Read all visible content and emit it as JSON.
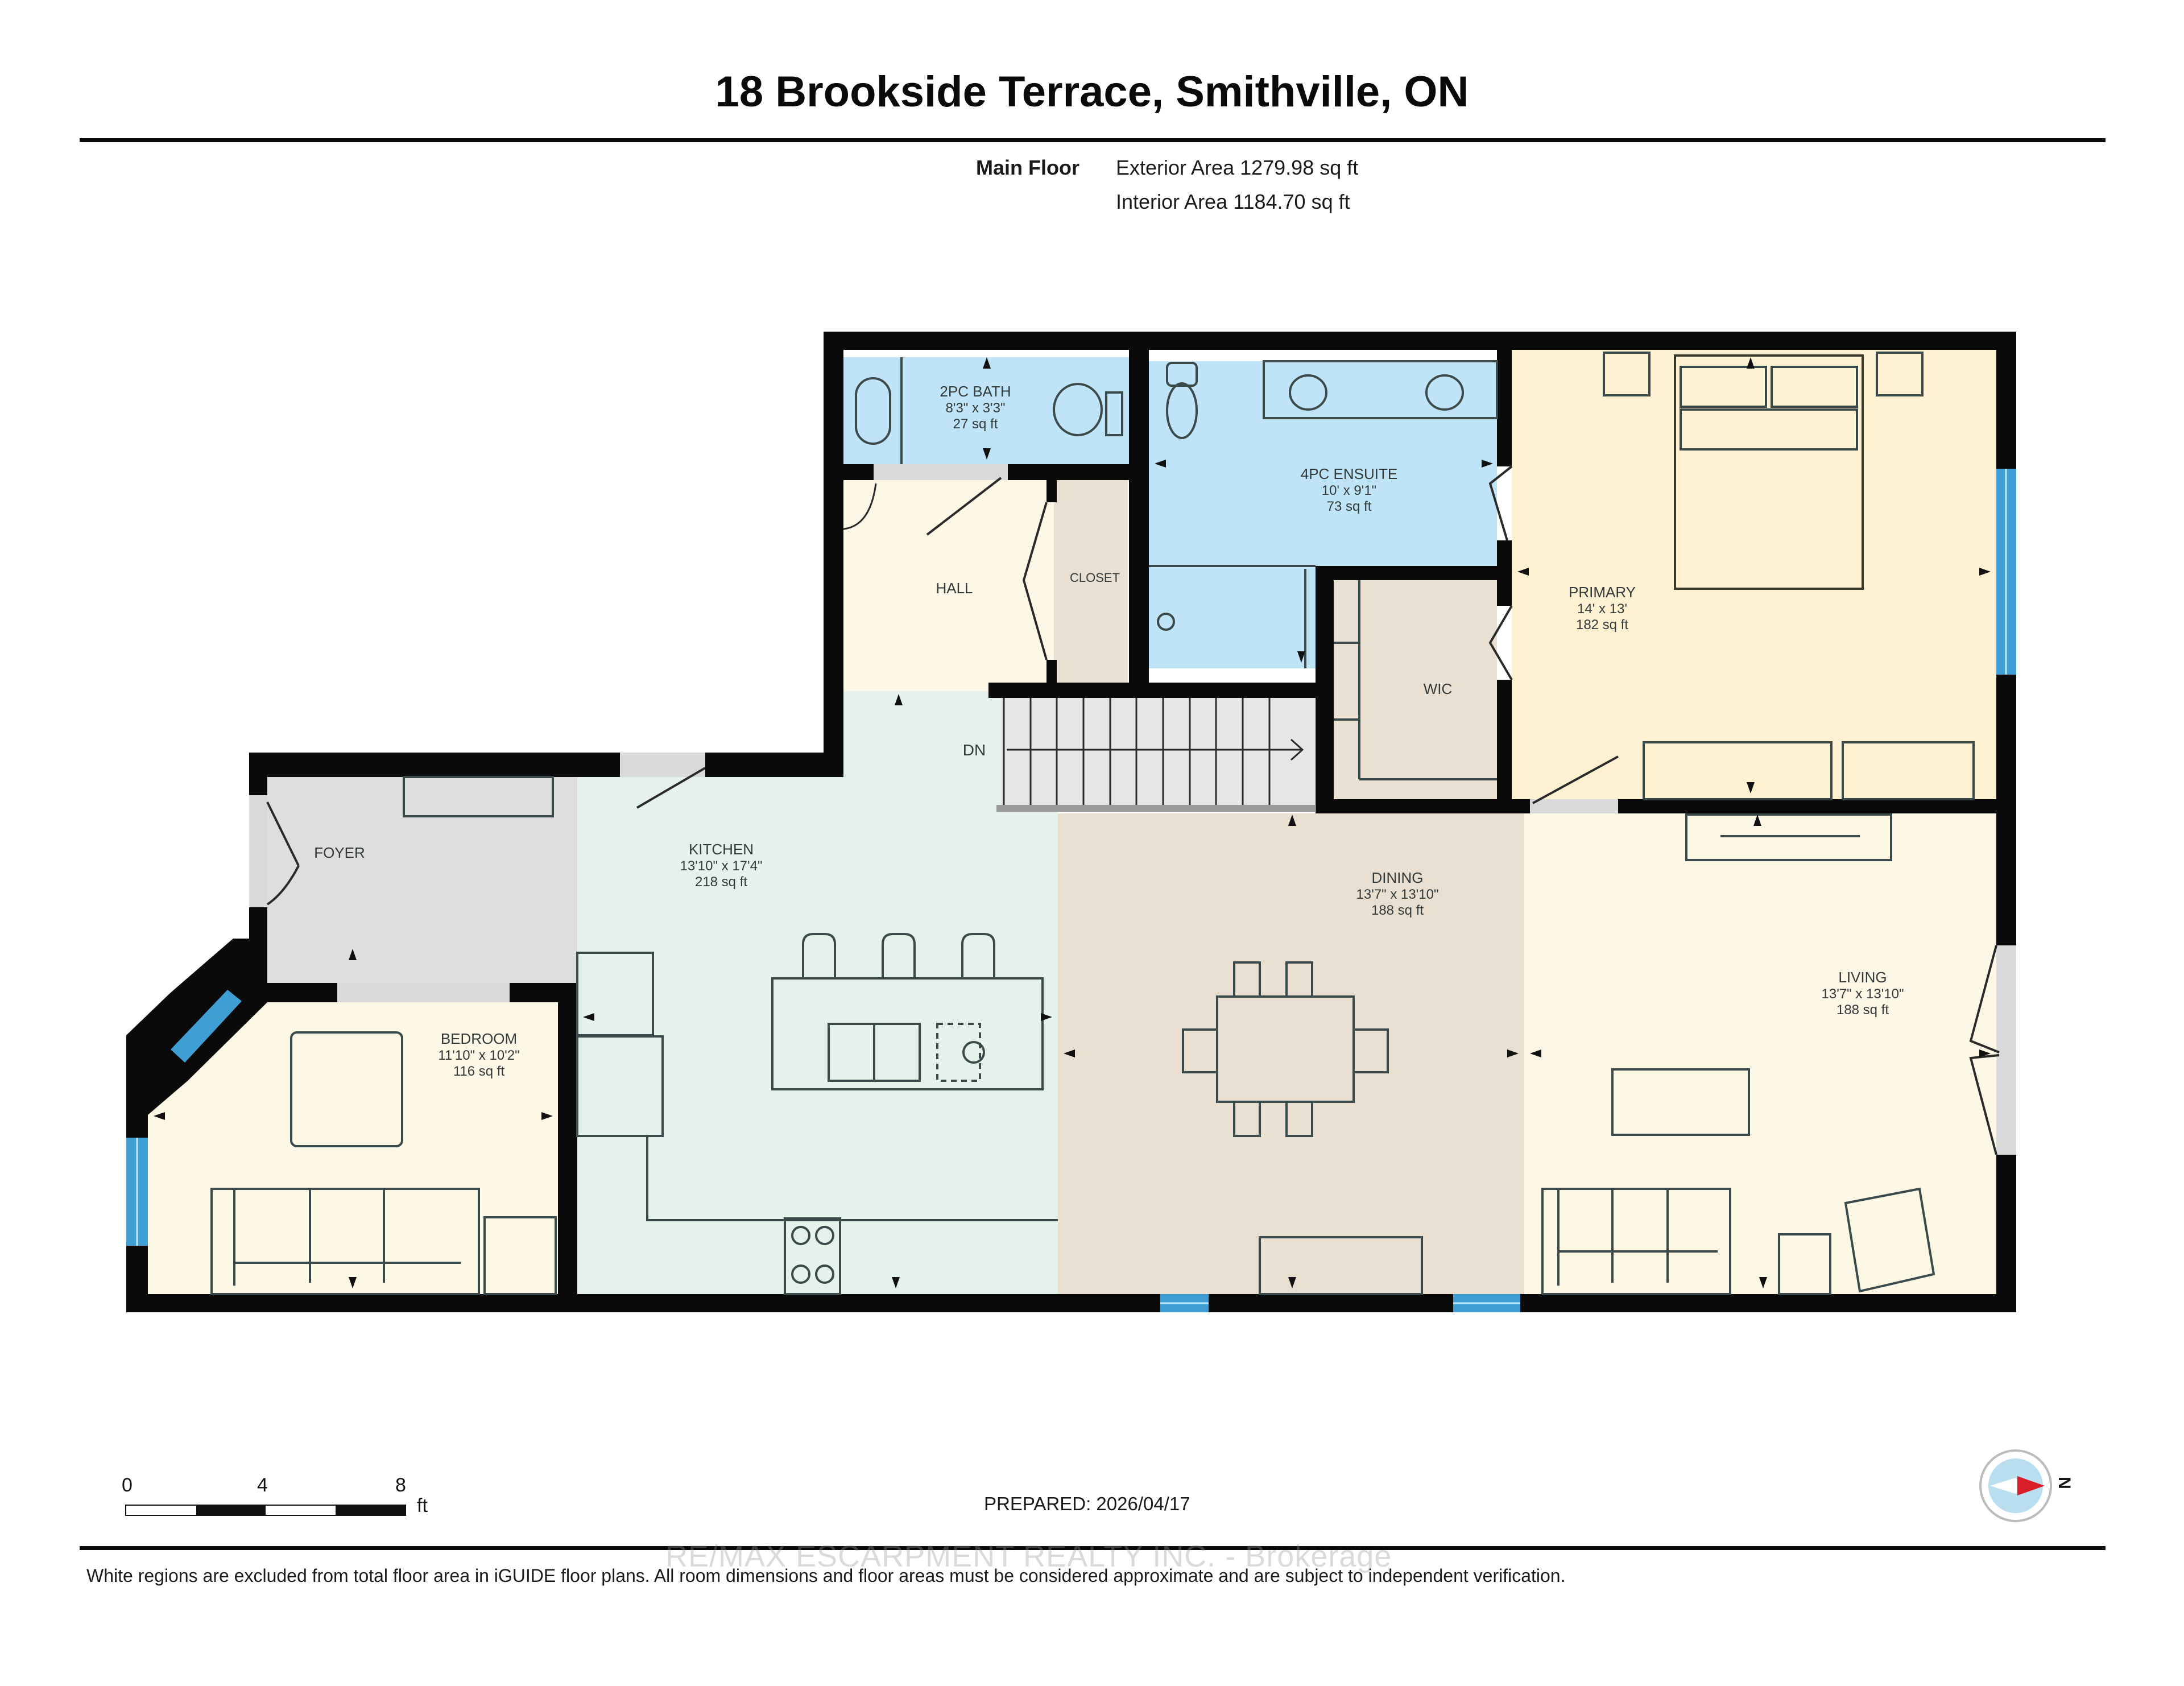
{
  "header": {
    "title": "18 Brookside Terrace, Smithville, ON",
    "floor_name": "Main Floor",
    "exterior_area": "Exterior Area 1279.98 sq ft",
    "interior_area": "Interior Area 1184.70 sq ft"
  },
  "rooms": [
    {
      "name": "2PC BATH",
      "dims": "8'3\" x 3'3\"",
      "area": "27 sq ft",
      "color": "#bfe3f7"
    },
    {
      "name": "4PC ENSUITE",
      "dims": "10' x 9'1\"",
      "area": "73 sq ft",
      "color": "#bfe3f7"
    },
    {
      "name": "PRIMARY",
      "dims": "14' x 13'",
      "area": "182 sq ft",
      "color": "#fdf1d2"
    },
    {
      "name": "HALL",
      "dims": "",
      "area": "",
      "color": "#fdf7e6"
    },
    {
      "name": "CLOSET",
      "dims": "",
      "area": "",
      "color": "#e9e0d2"
    },
    {
      "name": "WIC",
      "dims": "",
      "area": "",
      "color": "#e9e0d2"
    },
    {
      "name": "FOYER",
      "dims": "",
      "area": "",
      "color": "#dedede"
    },
    {
      "name": "KITCHEN",
      "dims": "13'10\" x 17'4\"",
      "area": "218 sq ft",
      "color": "#e5f2ec"
    },
    {
      "name": "DINING",
      "dims": "13'7\" x 13'10\"",
      "area": "188 sq ft",
      "color": "#e8dfd0"
    },
    {
      "name": "LIVING",
      "dims": "13'7\" x 13'10\"",
      "area": "188 sq ft",
      "color": "#fdf7e6"
    },
    {
      "name": "BEDROOM",
      "dims": "11'10\" x 10'2\"",
      "area": "116 sq ft",
      "color": "#fdf7e6"
    }
  ],
  "stairs": {
    "label": "DN"
  },
  "colors": {
    "wall": "#0a0a0a",
    "window": "#3f9fd4",
    "door_opening": "#d9d9d9",
    "fixture_line": "#3a4a4a",
    "compass_arrow": "#d81e2a",
    "compass_bg": "#b9def0"
  },
  "scale": {
    "ticks": [
      "0",
      "4",
      "8"
    ],
    "unit": "ft"
  },
  "footer": {
    "prepared": "PREPARED: 2026/04/17",
    "watermark": "RE/MAX ESCARPMENT REALTY INC. - Brokerage",
    "disclaimer": "White regions are excluded from total floor area in iGUIDE floor plans. All room dimensions and floor areas must be considered approximate and are subject to independent verification."
  },
  "compass": {
    "label": "N"
  }
}
